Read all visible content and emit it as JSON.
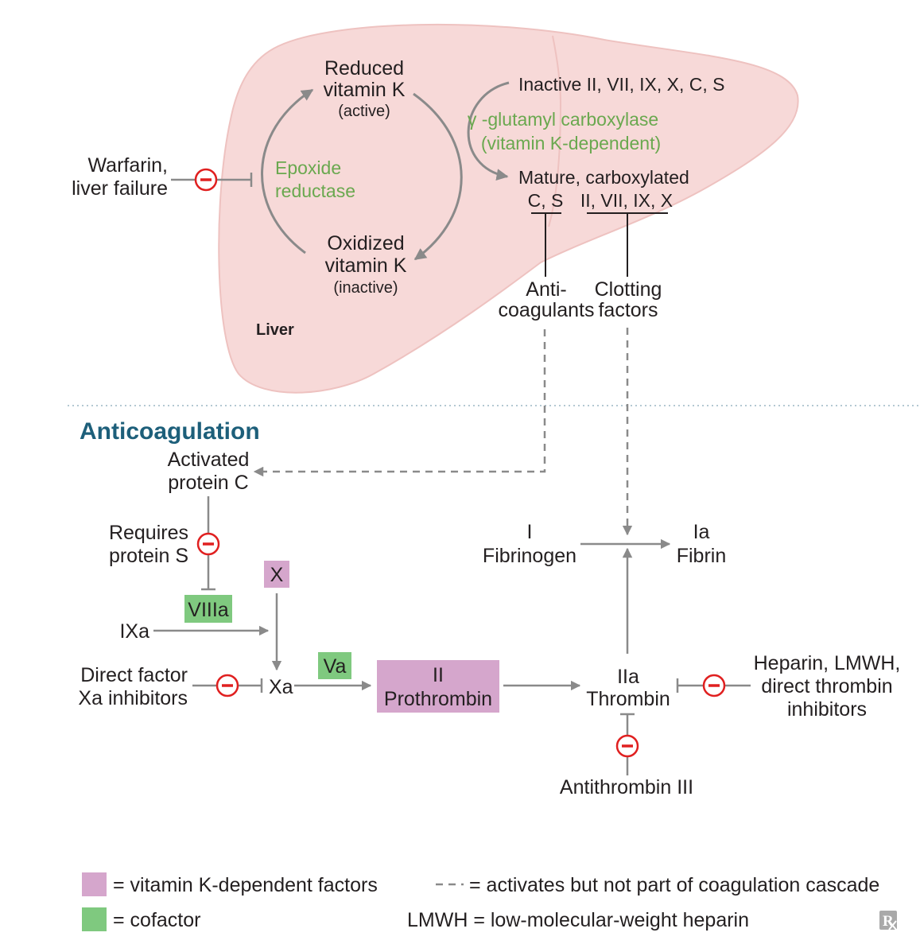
{
  "colors": {
    "liver_fill": "#f7d9d8",
    "liver_stroke": "#eec2c0",
    "vitamin_k_factor": "#d5a6cc",
    "cofactor": "#7fc97f",
    "green_text": "#6aa84f",
    "heading": "#1d5f7a",
    "inhibit": "#e02020",
    "arrow": "#8a8a8a"
  },
  "icons": {
    "inhibitor": "circled-minus-icon",
    "logo": "rx-icon"
  },
  "liver": {
    "label": "Liver",
    "reduced_vk": [
      "Reduced",
      "vitamin K"
    ],
    "reduced_vk_state": "(active)",
    "oxidized_vk": [
      "Oxidized",
      "vitamin K"
    ],
    "oxidized_vk_state": "(inactive)",
    "epoxide_reductase": [
      "Epoxide",
      "reductase"
    ],
    "warfarin": [
      "Warfarin,",
      "liver failure"
    ],
    "inactive_factors": "Inactive II, VII, IX, X, C, S",
    "carboxylase": [
      "γ -glutamyl carboxylase",
      "(vitamin K-dependent)"
    ],
    "mature": "Mature, carboxylated",
    "mature_cs": "C, S",
    "mature_clotting": "II, VII, IX, X",
    "anticoagulants": [
      "Anti-",
      "coagulants"
    ],
    "clotting_factors": [
      "Clotting",
      "factors"
    ]
  },
  "cascade": {
    "heading": "Anticoagulation",
    "activated_protein_c": [
      "Activated",
      "protein C"
    ],
    "requires_protein_s": [
      "Requires",
      "protein S"
    ],
    "viiia": "VIIIa",
    "x": "X",
    "ixa": "IXa",
    "direct_xa": [
      "Direct factor",
      "Xa inhibitors"
    ],
    "xa": "Xa",
    "va": "Va",
    "prothrombin": [
      "II",
      "Prothrombin"
    ],
    "thrombin": [
      "IIa",
      "Thrombin"
    ],
    "fibrinogen": [
      "I",
      "Fibrinogen"
    ],
    "fibrin": [
      "Ia",
      "Fibrin"
    ],
    "heparin": [
      "Heparin, LMWH,",
      "direct thrombin",
      "inhibitors"
    ],
    "antithrombin": "Antithrombin III"
  },
  "legend": {
    "vk_factors": "= vitamin K-dependent factors",
    "cofactor": "= cofactor",
    "dashed_note": "= activates but not part of coagulation cascade",
    "lmwh": "LMWH = low-molecular-weight heparin",
    "logo": "R"
  }
}
